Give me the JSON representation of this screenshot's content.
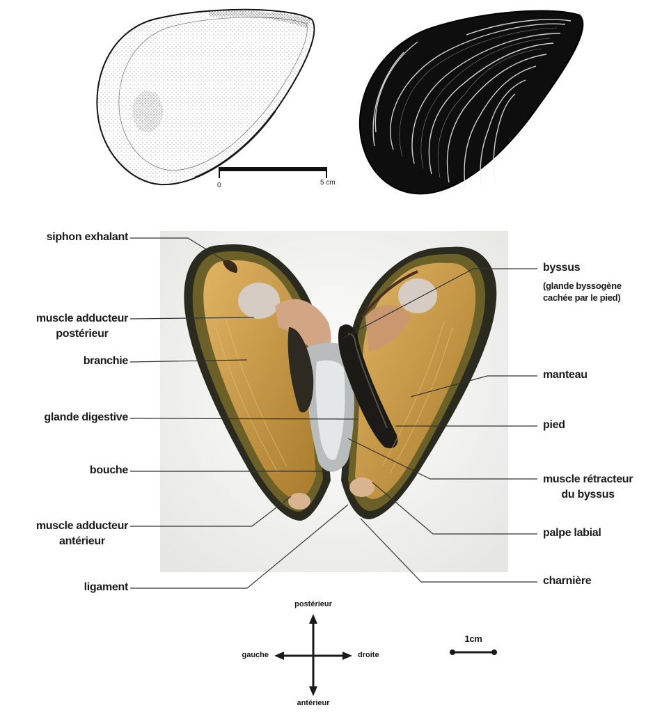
{
  "scale_top": {
    "zero": "0",
    "five": "5 cm"
  },
  "labels_left": {
    "siphon_exhalant": "siphon exhalant",
    "muscle_adducteur_posterieur": [
      "muscle adducteur",
      "postérieur"
    ],
    "branchie": "branchie",
    "glande_digestive": "glande digestive",
    "bouche": "bouche",
    "muscle_adducteur_anterieur": [
      "muscle adducteur",
      "antérieur"
    ],
    "ligament": "ligament"
  },
  "labels_right": {
    "byssus": "byssus",
    "byssus_note": [
      "(glande byssogène",
      "cachée par le pied)"
    ],
    "manteau": "manteau",
    "pied": "pied",
    "muscle_retracteur": [
      "muscle rétracteur",
      "du byssus"
    ],
    "palpe_labial": "palpe labial",
    "charniere": "charnière"
  },
  "orientation": {
    "posterieur": "postérieur",
    "anterieur": "antérieur",
    "gauche": "gauche",
    "droite": "droite"
  },
  "scale_bottom": "1cm",
  "colors": {
    "shell_dark": "#2b2a1e",
    "shell_rim": "#6b6128",
    "flesh": "#b98d3a",
    "gill": "#d9a95a",
    "muscle": "#c9b6a8",
    "foot": "#1c1a16",
    "background_photo": "#efefec"
  }
}
